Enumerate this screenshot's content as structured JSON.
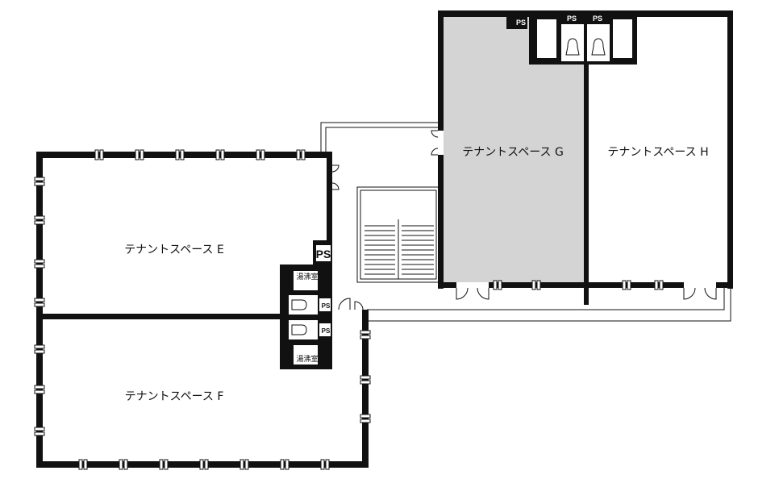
{
  "rooms": {
    "e": "テナントスペース E",
    "f": "テナントスペース F",
    "g": "テナントスペース G",
    "h": "テナントスペース H"
  },
  "core": {
    "ps": "PS",
    "kitchenette": "湯沸室"
  },
  "colors": {
    "wall": "#111111",
    "highlight_room": "#d4d4d4"
  }
}
